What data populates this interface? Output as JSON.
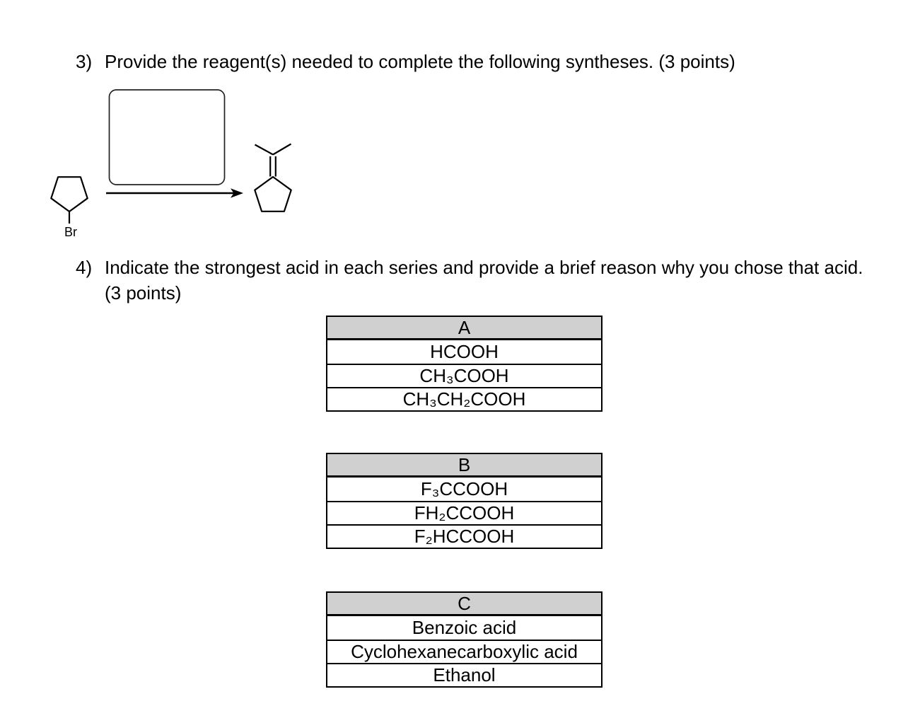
{
  "question3": {
    "number": "3)",
    "text": "Provide the reagent(s) needed to complete the following syntheses. (3 points)"
  },
  "question4": {
    "number": "4)",
    "text": "Indicate the strongest acid in each series and provide a brief reason why you chose that acid.",
    "points": "(3 points)"
  },
  "figure": {
    "reactant_substituent_label": "Br"
  },
  "tables": [
    {
      "header": "A",
      "rows": [
        "HCOOH",
        "CH₃COOH",
        "CH₃CH₂COOH"
      ]
    },
    {
      "header": "B",
      "rows": [
        "F₃CCOOH",
        "FH₂CCOOH",
        "F₂HCCOOH"
      ]
    },
    {
      "header": "C",
      "rows": [
        "Benzoic acid",
        "Cyclohexanecarboxylic acid",
        "Ethanol"
      ]
    }
  ],
  "colors": {
    "table_header_bg": "#d0d0d0",
    "ink": "#000000"
  }
}
